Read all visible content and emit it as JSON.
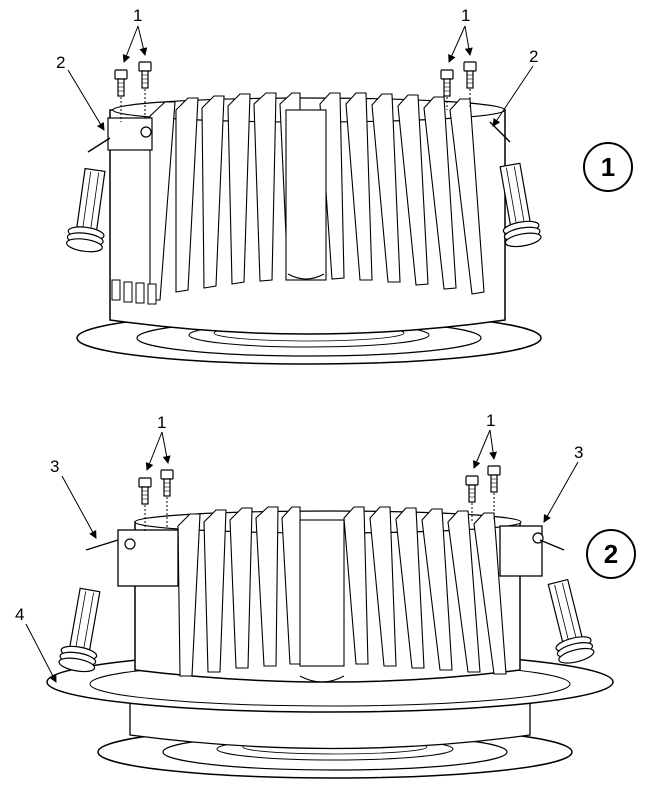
{
  "steps": [
    {
      "badge": "1",
      "callouts": {
        "screws_left": "1",
        "screws_right": "1",
        "clip_left": "2",
        "clip_right": "2"
      }
    },
    {
      "badge": "2",
      "callouts": {
        "screws_left": "1",
        "screws_right": "1",
        "bracket_left": "3",
        "bracket_right": "3",
        "trim_ring": "4"
      }
    }
  ],
  "colors": {
    "line": "#000000",
    "paper": "#ffffff",
    "fin_shade": "#e8e8e8"
  },
  "icons": {
    "screw": "screw-icon",
    "spring_clip": "spring-clip-icon"
  }
}
